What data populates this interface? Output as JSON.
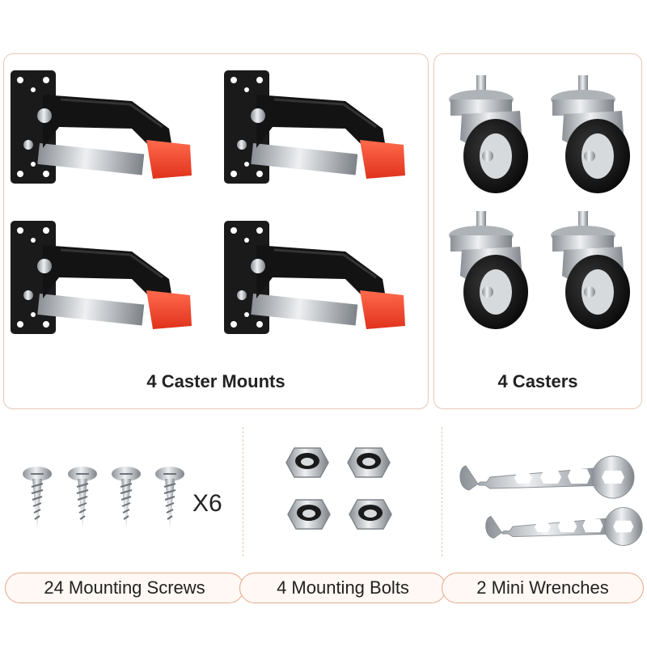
{
  "panels": {
    "mounts_label": "4 Caster Mounts",
    "casters_label": "4 Casters"
  },
  "accessories": {
    "screws_multiplier": "X6"
  },
  "labels": {
    "screws": "24 Mounting Screws",
    "bolts": "4 Mounting Bolts",
    "wrenches": "2 Mini Wrenches"
  },
  "colors": {
    "border": "#e7c8b6",
    "pill_border": "#e7a98a",
    "pad_red": "#f0452c",
    "bracket_black": "#161616",
    "steel": "#c8ccd0"
  },
  "icons": [
    "caster-mount-icon",
    "caster-wheel-icon",
    "screw-icon",
    "nut-icon",
    "wrench-icon"
  ]
}
